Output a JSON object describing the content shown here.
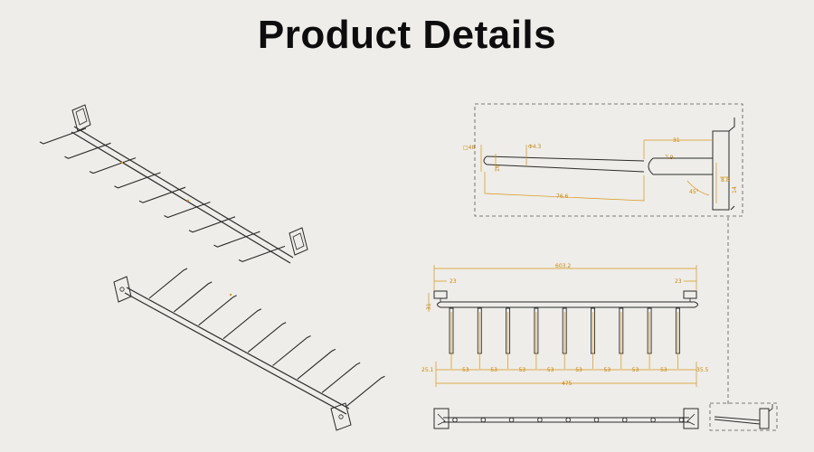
{
  "page": {
    "title": "Product Details"
  },
  "side_view": {
    "dimensions": [
      "□48",
      "Φ4.3",
      "31",
      "7.9",
      "16",
      "76.6",
      "8.8",
      "14",
      "45°"
    ]
  },
  "front_view": {
    "dimensions": {
      "total_top": "603.2",
      "left_top": "23",
      "right_top": "23",
      "height": "31",
      "left_end": "25.1",
      "spacings": [
        "53",
        "53",
        "53",
        "53",
        "53",
        "53",
        "53",
        "53"
      ],
      "right_end": "35.5",
      "total_bottom": "475"
    }
  },
  "colors": {
    "dimension": "#d9951a",
    "line": "#2a2a2a",
    "background": "#eeede9",
    "title": "#0d0d0d"
  }
}
